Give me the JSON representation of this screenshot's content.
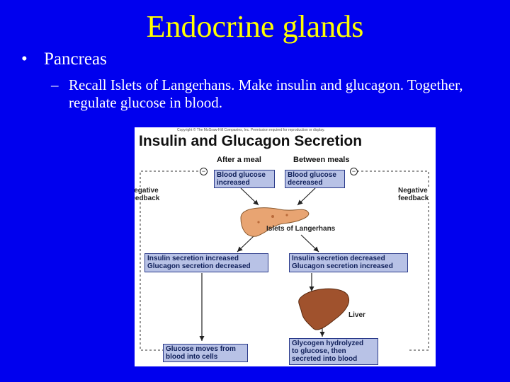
{
  "slide": {
    "title": "Endocrine glands",
    "bullet": "Pancreas",
    "bullet_symbol": "•",
    "sub_symbol": "–",
    "sub_bullet": "Recall Islets of Langerhans. Make insulin and glucagon. Together, regulate glucose in blood."
  },
  "figure": {
    "copyright": "Copyright © The McGraw-Hill Companies, Inc. Permission required for reproduction or display.",
    "title": "Insulin and Glucagon Secretion",
    "after_meal": "After a meal",
    "between_meals": "Between meals",
    "blood_glucose_increased": "Blood glucose\nincreased",
    "blood_glucose_decreased": "Blood glucose\ndecreased",
    "negative_feedback_left": "Negative\nfeedback",
    "negative_feedback_right": "Negative\nfeedback",
    "islets": "Islets of Langerhans",
    "insulin_increased": "Insulin secretion increased\nGlucagon secretion decreased",
    "insulin_decreased": "Insulin secretion decreased\nGlucagon secretion increased",
    "liver": "Liver",
    "glucose_moves": "Glucose moves from\nblood into cells",
    "glycogen": "Glycogen hydrolyzed\nto glucose, then\nsecreted into blood",
    "minus_symbol": "−",
    "colors": {
      "background": "#0000ee",
      "title": "#ffff00",
      "text": "#ffffff",
      "box_fill": "#b8c2e6",
      "pancreas": "#e8a472",
      "liver": "#a0522d"
    }
  }
}
